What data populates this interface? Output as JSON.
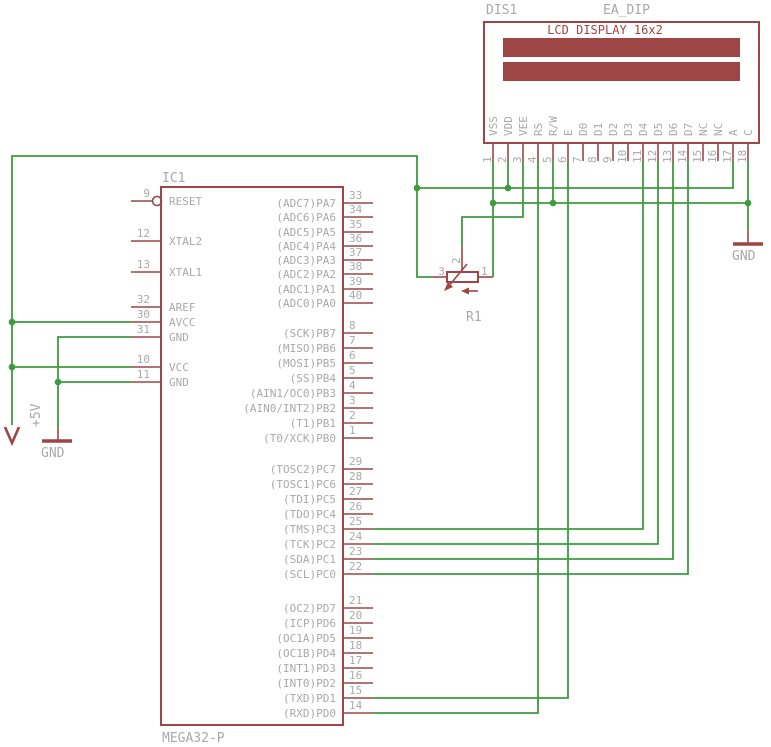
{
  "app": {
    "canvas_label": "eagle-schematic-canvas"
  },
  "colors": {
    "wire_green": "#3C9B3C",
    "symbol_red": "#9E4545",
    "label_gray": "#A9A9A9",
    "background": "#FFFFFF"
  },
  "lcd": {
    "ref": "DIS1",
    "value": "EA_DIP",
    "title": "LCD DISPLAY 16x2",
    "pins": [
      {
        "num": "1",
        "label": "VSS"
      },
      {
        "num": "2",
        "label": "VDD"
      },
      {
        "num": "3",
        "label": "VEE"
      },
      {
        "num": "4",
        "label": "RS"
      },
      {
        "num": "5",
        "label": "R/W"
      },
      {
        "num": "6",
        "label": "E"
      },
      {
        "num": "7",
        "label": "D0"
      },
      {
        "num": "8",
        "label": "D1"
      },
      {
        "num": "9",
        "label": "D2"
      },
      {
        "num": "10",
        "label": "D3"
      },
      {
        "num": "11",
        "label": "D4"
      },
      {
        "num": "12",
        "label": "D5"
      },
      {
        "num": "13",
        "label": "D6"
      },
      {
        "num": "14",
        "label": "D7"
      },
      {
        "num": "15",
        "label": "NC"
      },
      {
        "num": "16",
        "label": "NC"
      },
      {
        "num": "17",
        "label": "A"
      },
      {
        "num": "18",
        "label": "C"
      }
    ]
  },
  "ic": {
    "ref": "IC1",
    "value": "MEGA32-P",
    "left_pins": [
      {
        "num": "9",
        "label": "RESET"
      },
      {
        "num": "12",
        "label": "XTAL2"
      },
      {
        "num": "13",
        "label": "XTAL1"
      },
      {
        "num": "32",
        "label": "AREF"
      },
      {
        "num": "30",
        "label": "AVCC"
      },
      {
        "num": "31",
        "label": "GND"
      },
      {
        "num": "10",
        "label": "VCC"
      },
      {
        "num": "11",
        "label": "GND"
      }
    ],
    "right_pins": [
      {
        "num": "33",
        "label": "(ADC7)PA7"
      },
      {
        "num": "34",
        "label": "(ADC6)PA6"
      },
      {
        "num": "35",
        "label": "(ADC5)PA5"
      },
      {
        "num": "36",
        "label": "(ADC4)PA4"
      },
      {
        "num": "37",
        "label": "(ADC3)PA3"
      },
      {
        "num": "38",
        "label": "(ADC2)PA2"
      },
      {
        "num": "39",
        "label": "(ADC1)PA1"
      },
      {
        "num": "40",
        "label": "(ADC0)PA0"
      },
      {
        "num": "8",
        "label": "(SCK)PB7"
      },
      {
        "num": "7",
        "label": "(MISO)PB6"
      },
      {
        "num": "6",
        "label": "(MOSI)PB5"
      },
      {
        "num": "5",
        "label": "(SS)PB4"
      },
      {
        "num": "4",
        "label": "(AIN1/OC0)PB3"
      },
      {
        "num": "3",
        "label": "(AIN0/INT2)PB2"
      },
      {
        "num": "2",
        "label": "(T1)PB1"
      },
      {
        "num": "1",
        "label": "(T0/XCK)PB0"
      },
      {
        "num": "29",
        "label": "(TOSC2)PC7"
      },
      {
        "num": "28",
        "label": "(TOSC1)PC6"
      },
      {
        "num": "27",
        "label": "(TDI)PC5"
      },
      {
        "num": "26",
        "label": "(TDO)PC4"
      },
      {
        "num": "25",
        "label": "(TMS)PC3"
      },
      {
        "num": "24",
        "label": "(TCK)PC2"
      },
      {
        "num": "23",
        "label": "(SDA)PC1"
      },
      {
        "num": "22",
        "label": "(SCL)PC0"
      },
      {
        "num": "21",
        "label": "(OC2)PD7"
      },
      {
        "num": "20",
        "label": "(ICP)PD6"
      },
      {
        "num": "19",
        "label": "(OC1A)PD5"
      },
      {
        "num": "18",
        "label": "(OC1B)PD4"
      },
      {
        "num": "17",
        "label": "(INT1)PD3"
      },
      {
        "num": "16",
        "label": "(INT0)PD2"
      },
      {
        "num": "15",
        "label": "(TXD)PD1"
      },
      {
        "num": "14",
        "label": "(RXD)PD0"
      }
    ]
  },
  "pot": {
    "ref": "R1",
    "pin_left": "3",
    "pin_top": "2",
    "pin_right": "1"
  },
  "power": {
    "plus5v_label": "+5V",
    "gnd_left_label": "GND",
    "gnd_right_label": "GND"
  }
}
